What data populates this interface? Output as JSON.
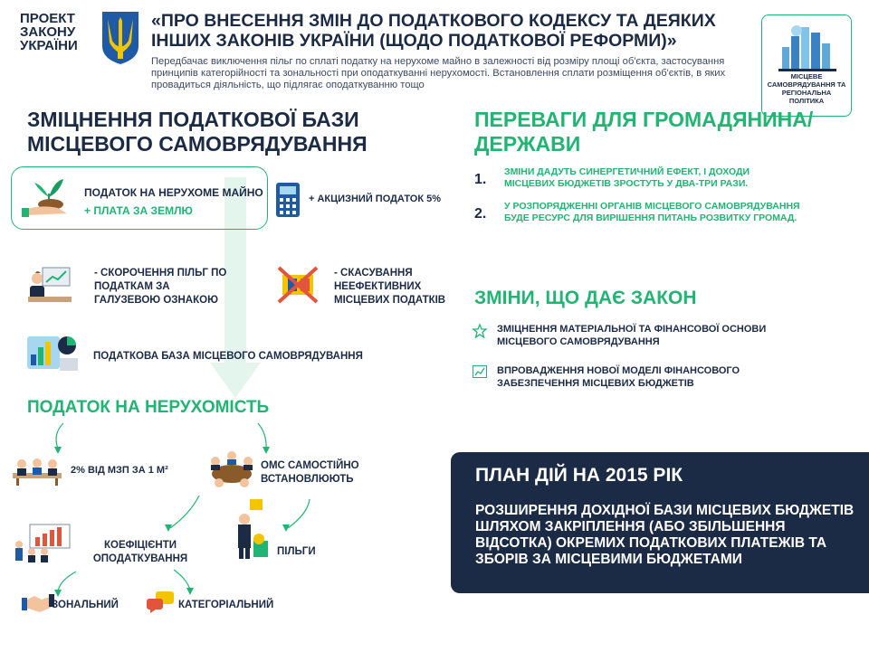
{
  "header": {
    "project_label": "ПРОЕКТ ЗАКОНУ УКРАЇНИ",
    "title": "«ПРО ВНЕСЕННЯ ЗМІН ДО ПОДАТКОВОГО КОДЕКСУ ТА ДЕЯКИХ ІНШИХ ЗАКОНІВ УКРАЇНИ (ЩОДО ПОДАТКОВОЇ РЕФОРМИ)»",
    "subtitle": "Передбачає виключення пільг по сплаті податку на нерухоме майно в залежності від розміру площі об'єкта, застосування принципів категорійності та зональності при оподаткуванні нерухомості. Встановлення сплати розміщення об'єктів, в яких провадиться діяльність, що підлягає оподаткуванню тощо",
    "logo_text": "МІСЦЕВЕ САМОВРЯДУВАННЯ ТА РЕГІОНАЛЬНА ПОЛІТИКА"
  },
  "left": {
    "heading": "ЗМІЦНЕННЯ ПОДАТКОВОЇ БАЗИ МІСЦЕВОГО САМОВРЯДУВАННЯ",
    "card_line1": "ПОДАТОК НА НЕРУХОМЕ МАЙНО",
    "card_line2": "+ ПЛАТА ЗА ЗЕМЛЮ",
    "excise": "+ АКЦИЗНИЙ ПОДАТОК 5%",
    "benefits_cut": "- СКОРОЧЕННЯ ПІЛЬГ ПО ПОДАТКАМ ЗА ГАЛУЗЕВОЮ ОЗНАКОЮ",
    "abolish": "- СКАСУВАННЯ НЕЕФЕКТИВНИХ МІСЦЕВИХ ПОДАТКІВ",
    "tax_base": "ПОДАТКОВА БАЗА МІСЦЕВОГО САМОВРЯДУВАННЯ"
  },
  "property": {
    "heading": "ПОДАТОК НА НЕРУХОМІСТЬ",
    "rate": "2% ВІД МЗП ЗА 1 М²",
    "oms": "ОМС САМОСТІЙНО ВСТАНОВЛЮЮТЬ",
    "coefficients": "КОЕФІЦІЄНТИ ОПОДАТКУВАННЯ",
    "benefits": "ПІЛЬГИ",
    "zonal": "ЗОНАЛЬНИЙ",
    "categorial": "КАТЕГОРІАЛЬНИЙ"
  },
  "advantages": {
    "heading": "ПЕРЕВАГИ ДЛЯ ГРОМАДЯНИНА/ДЕРЖАВИ",
    "items": [
      {
        "num": "1.",
        "text": "ЗМІНИ ДАДУТЬ СИНЕРГЕТИЧНИЙ ЕФЕКТ, І ДОХОДИ МІСЦЕВИХ БЮДЖЕТІВ ЗРОСТУТЬ У ДВА-ТРИ РАЗИ."
      },
      {
        "num": "2.",
        "text": "У РОЗПОРЯДЖЕННІ ОРГАНІВ МІСЦЕВОГО САМОВРЯДУВАННЯ БУДЕ РЕСУРС ДЛЯ ВИРІШЕННЯ ПИТАНЬ РОЗВИТКУ ГРОМАД."
      }
    ]
  },
  "changes": {
    "heading": "ЗМІНИ, ЩО ДАЄ ЗАКОН",
    "items": [
      "ЗМІЦНЕННЯ МАТЕРІАЛЬНОЇ ТА ФІНАНСОВОЇ ОСНОВИ МІСЦЕВОГО САМОВРЯДУВАННЯ",
      "ВПРОВАДЖЕННЯ НОВОЇ МОДЕЛІ ФІНАНСОВОГО ЗАБЕЗПЕЧЕННЯ МІСЦЕВИХ БЮДЖЕТІВ"
    ]
  },
  "plan": {
    "title": "ПЛАН ДІЙ НА 2015 РІК",
    "text": "РОЗШИРЕННЯ ДОХІДНОЇ БАЗИ МІСЦЕВИХ БЮДЖЕТІВ ШЛЯХОМ ЗАКРІПЛЕННЯ (АБО ЗБІЛЬШЕННЯ ВІДСОТКА) ОКРЕМИХ ПОДАТКОВИХ ПЛАТЕЖІВ ТА ЗБОРІВ ЗА МІСЦЕВИМИ БЮДЖЕТАМИ"
  },
  "colors": {
    "navy": "#1c2b45",
    "green": "#21b573",
    "arrow": "#e3f5ec"
  },
  "icons": [
    "trident-icon",
    "city-logo-icon",
    "plant-icon",
    "calculator-icon",
    "presenter-icon",
    "crossed-payments-icon",
    "charts-icon",
    "meeting-icon",
    "money-person-icon",
    "boardroom-icon",
    "handshake-icon",
    "chat-icon",
    "star-icon",
    "growth-chart-icon",
    "arrow-down-icon"
  ]
}
